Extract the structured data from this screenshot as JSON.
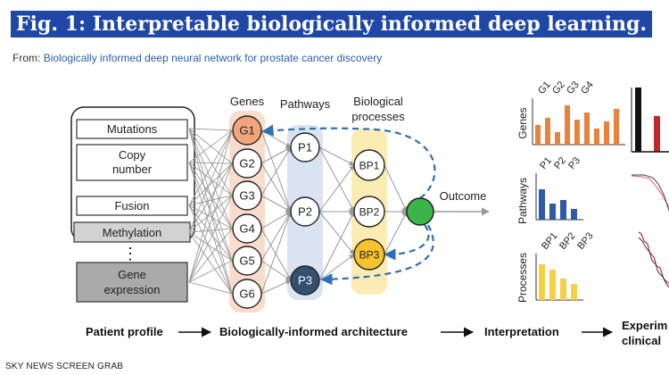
{
  "header": {
    "title": "Fig. 1: Interpretable biologically informed deep learning.",
    "from_label": "From:",
    "from_source": "Biologically informed deep neural network for prostate cancer discovery"
  },
  "inputs": {
    "items": [
      "Mutations",
      "Copy number",
      "Fusion",
      "Methylation",
      "Gene expression"
    ],
    "copy_lines": [
      "Copy",
      "number"
    ],
    "expr_lines": [
      "Gene",
      "expression"
    ],
    "ellipsis": "⋮"
  },
  "columns": {
    "genes": "Genes",
    "pathways": "Pathways",
    "bio_line1": "Biological",
    "bio_line2": "processes",
    "outcome": "Outcome"
  },
  "genes": [
    "G1",
    "G2",
    "G3",
    "G4",
    "G5",
    "G6"
  ],
  "pathways": [
    "P1",
    "P2",
    "P3"
  ],
  "processes": [
    "BP1",
    "BP2",
    "BP3"
  ],
  "interpretation": {
    "genes_label": "Genes",
    "genes_cats": [
      "G1",
      "G2",
      "G3",
      "G4"
    ],
    "pathways_label": "Pathways",
    "pathways_cats": [
      "P1",
      "P2",
      "P3"
    ],
    "processes_label": "Processes",
    "processes_cats": [
      "BP1",
      "BP2",
      "BP3"
    ]
  },
  "bottom": {
    "patient": "Patient profile",
    "architecture": "Biologically-informed architecture",
    "interpretation": "Interpretation",
    "exp_line1": "Experim",
    "exp_line2": "clinical"
  },
  "credit": "SKY NEWS SCREEN GRAB",
  "colors": {
    "title_bg": "#1f47a6",
    "genes_column": "#f9dccb",
    "gene_highlight": "#f2a57a",
    "pathways_column": "#d9e3f2",
    "pathway_highlight": "#33506e",
    "processes_column": "#fbecb4",
    "process_highlight": "#f6c32c",
    "outcome_node": "#3bb54a",
    "feedback_arrow": "#2f6fb5",
    "genes_bars": "#e8823c",
    "pathways_bars": "#2f5aa8",
    "processes_bars": "#f6cf45"
  }
}
